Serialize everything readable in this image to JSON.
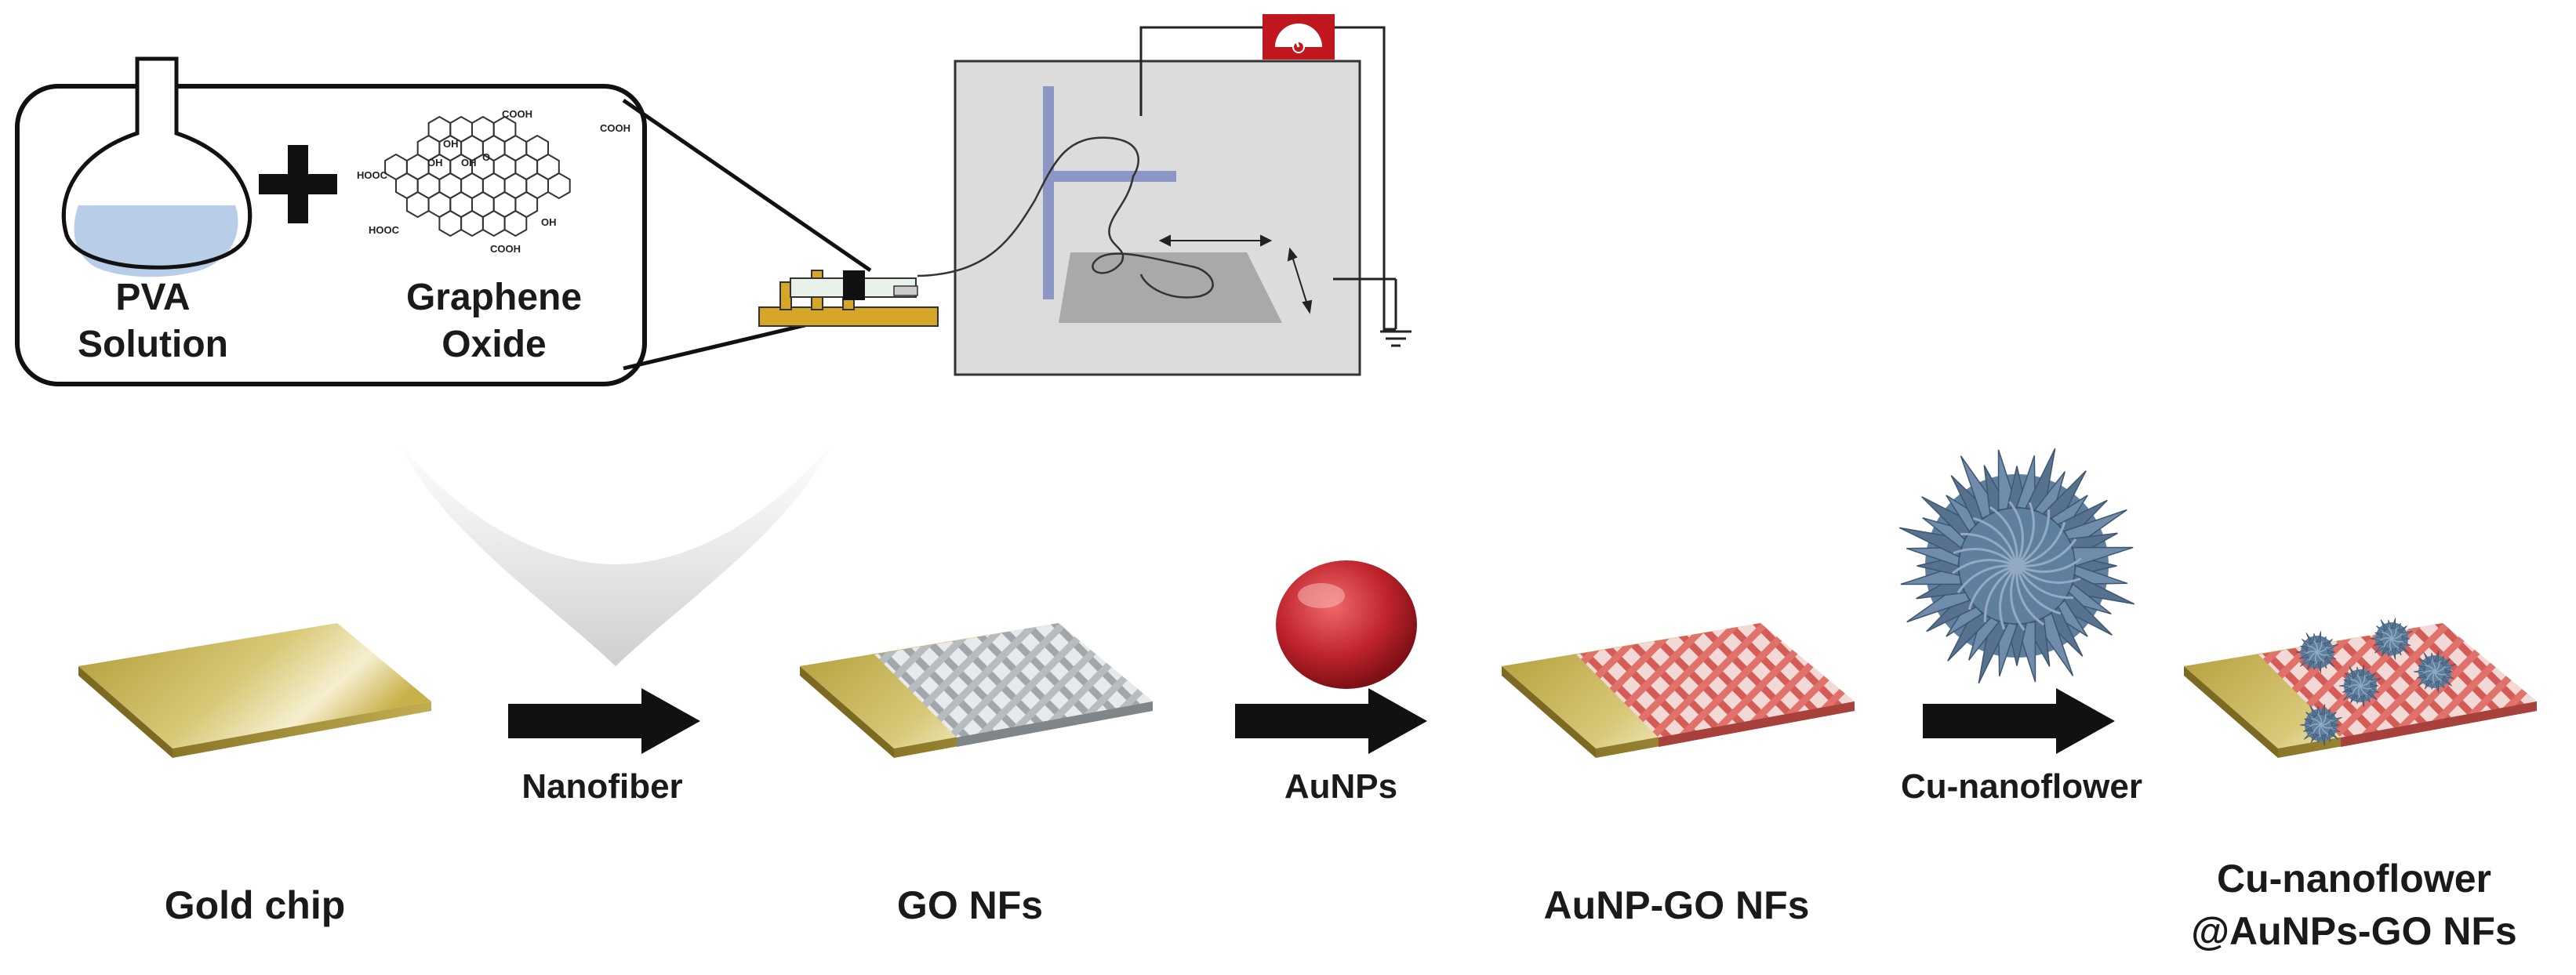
{
  "inset": {
    "left_label_line1": "PVA",
    "left_label_line2": "Solution",
    "right_label_line1": "Graphene",
    "right_label_line2": "Oxide"
  },
  "chem_labels": {
    "cooh": "COOH",
    "hooc": "HOOC",
    "oh": "OH",
    "o": "O"
  },
  "steps": {
    "arrow1": "Nanofiber",
    "arrow2": "AuNPs",
    "arrow3": "Cu-nanoflower"
  },
  "products": {
    "p1": "Gold chip",
    "p2": "GO NFs",
    "p3": "AuNP-GO NFs",
    "p4_line1": "Cu-nanoflower",
    "p4_line2": "@AuNPs-GO NFs"
  },
  "colors": {
    "gold": "#c9b24a",
    "go_mesh": "#9aa0a4",
    "au_mesh": "#d9645f",
    "aunp": "#c0242c",
    "flower": "#5f7f9e",
    "flask_liquid": "#b8cde8"
  }
}
